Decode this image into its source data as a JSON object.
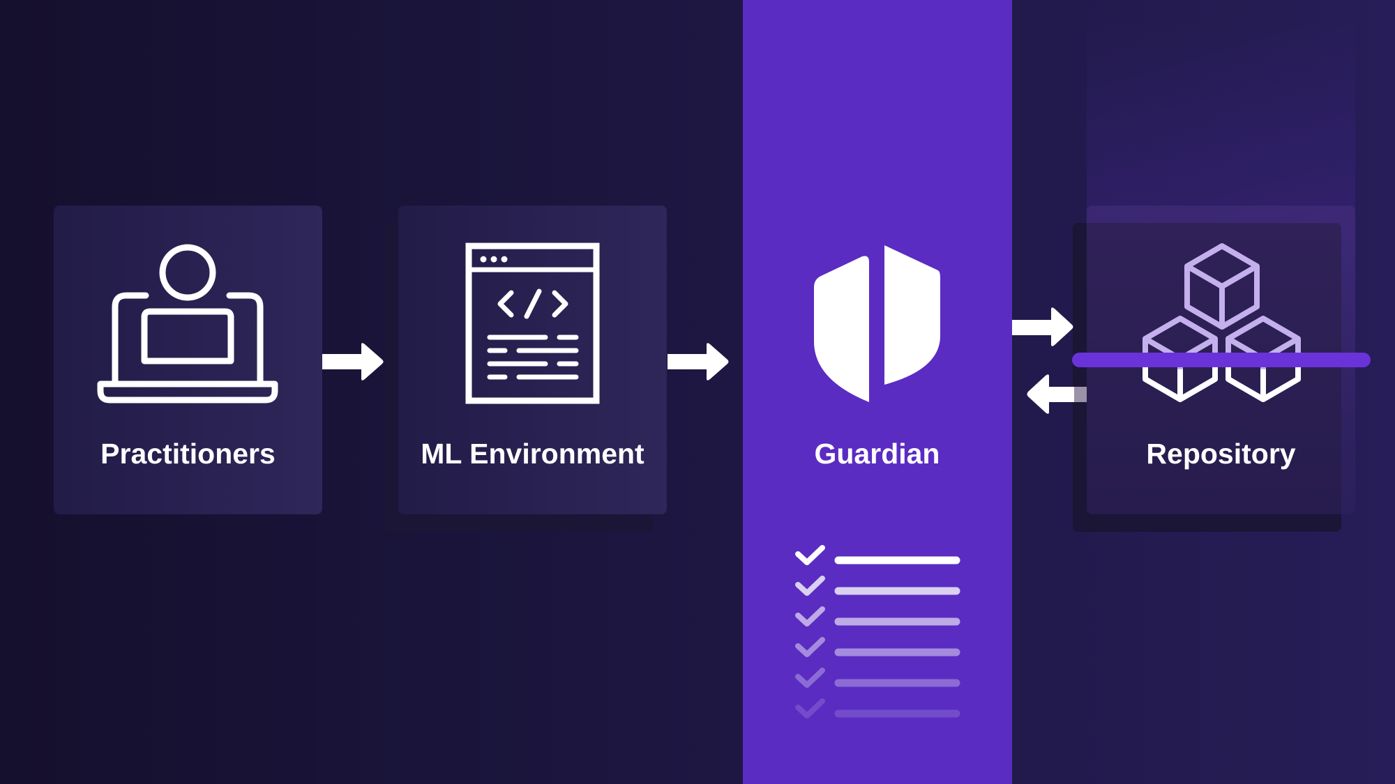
{
  "diagram": {
    "nodes": [
      {
        "label": "Practitioners",
        "icon": "person-laptop-icon"
      },
      {
        "label": "ML Environment",
        "icon": "code-window-icon"
      },
      {
        "label": "Guardian",
        "icon": "shield-icon"
      },
      {
        "label": "Repository",
        "icon": "cubes-icon"
      }
    ],
    "colors": {
      "background": "#1a1438",
      "guardian_band": "#5a2cc2",
      "accent_bar": "#6a33d9",
      "icon": "#ffffff",
      "repo_icon": "#c3b0ec"
    },
    "checklist_items": 6
  }
}
